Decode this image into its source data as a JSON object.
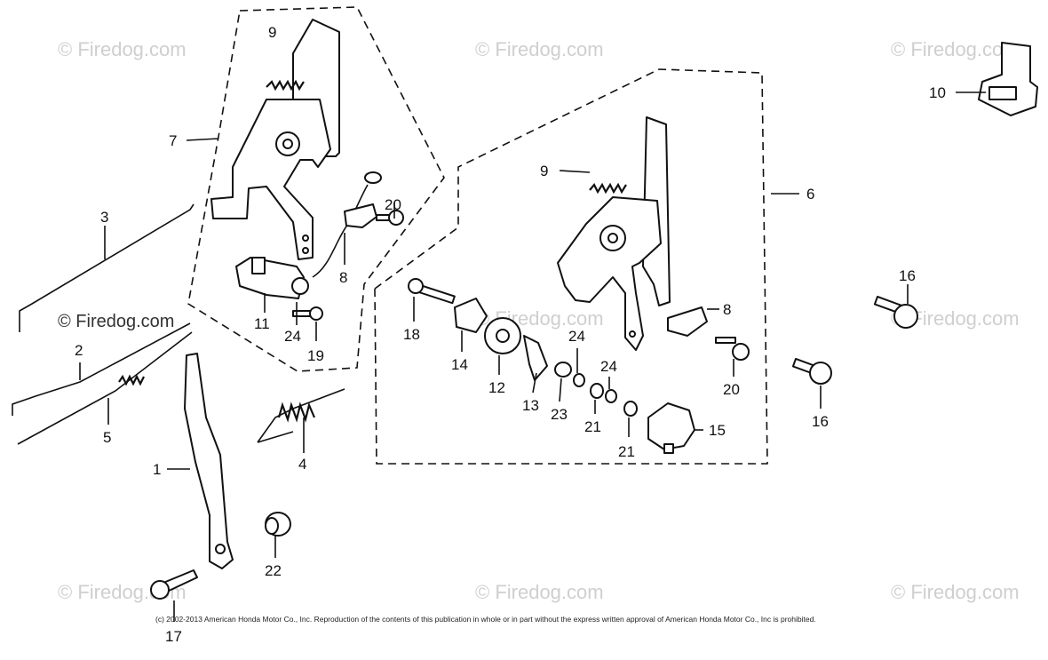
{
  "watermarks": {
    "text": "© Firedog.com"
  },
  "callouts": {
    "c1": "1",
    "c2": "2",
    "c3": "3",
    "c4": "4",
    "c5": "5",
    "c6": "6",
    "c7": "7",
    "c8a": "8",
    "c8b": "8",
    "c9a": "9",
    "c9b": "9",
    "c10": "10",
    "c11": "11",
    "c12": "12",
    "c13": "13",
    "c14": "14",
    "c15": "15",
    "c16a": "16",
    "c16b": "16",
    "c17": "17",
    "c18": "18",
    "c19": "19",
    "c20a": "20",
    "c20b": "20",
    "c21a": "21",
    "c21b": "21",
    "c22": "22",
    "c23": "23",
    "c24a": "24",
    "c24b": "24",
    "c24c": "24"
  },
  "copyright": "(c) 2002-2013 American Honda Motor Co., Inc. Reproduction of the contents of this publication in whole or in part without the express written approval of American Honda Motor Co., Inc is prohibited."
}
